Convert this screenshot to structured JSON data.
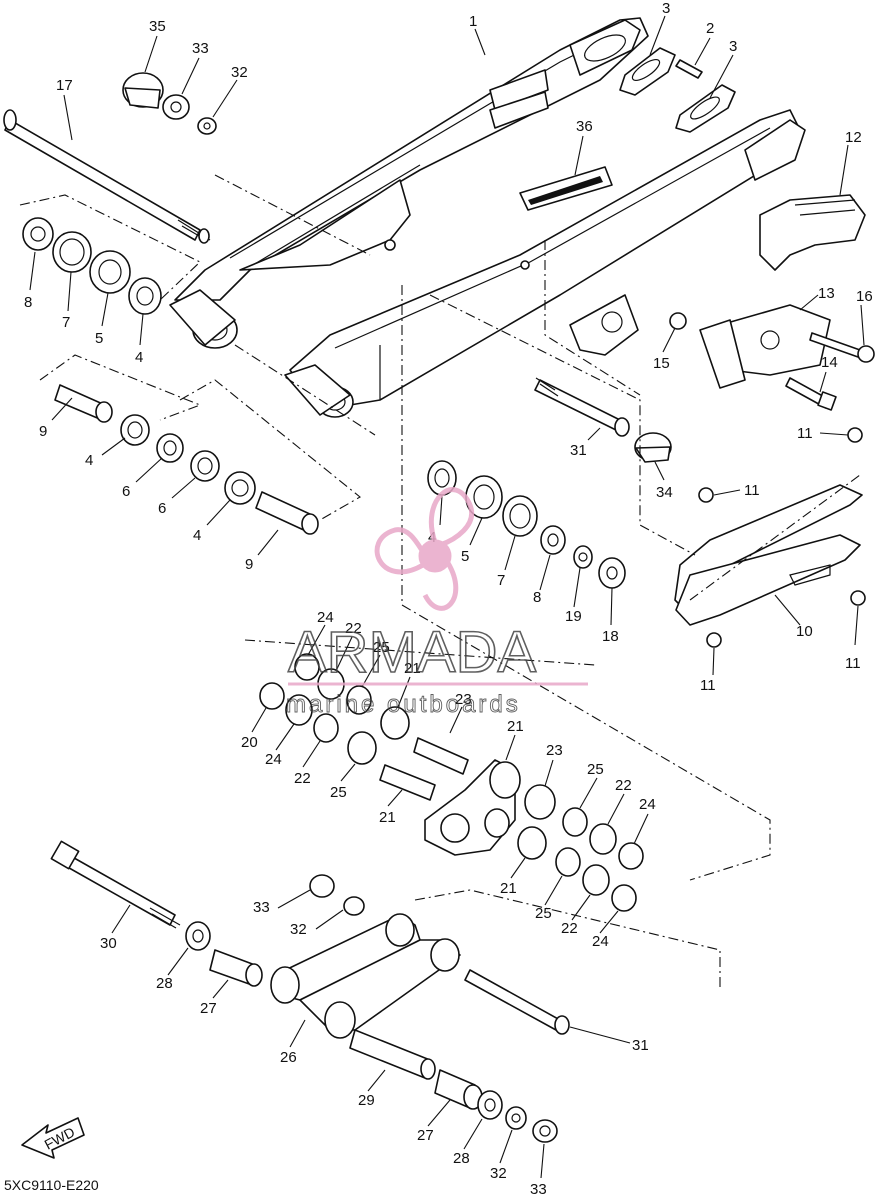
{
  "diagram_code": "5XC9110-E220",
  "fwd_label": "FWD",
  "watermark": {
    "brand": "ARMADA",
    "tagline": "marine outboards",
    "color": "#e8a8c8"
  },
  "callouts": [
    "35",
    "33",
    "32",
    "17",
    "1",
    "3",
    "2",
    "3",
    "36",
    "12",
    "13",
    "16",
    "15",
    "14",
    "8",
    "7",
    "5",
    "4",
    "9",
    "4",
    "6",
    "6",
    "4",
    "9",
    "31",
    "34",
    "11",
    "11",
    "4",
    "5",
    "7",
    "8",
    "19",
    "18",
    "10",
    "11",
    "11",
    "24",
    "22",
    "25",
    "21",
    "23",
    "20",
    "24",
    "22",
    "25",
    "21",
    "23",
    "21",
    "25",
    "22",
    "24",
    "21",
    "25",
    "22",
    "24",
    "33",
    "32",
    "30",
    "28",
    "27",
    "26",
    "31",
    "29",
    "27",
    "28",
    "32",
    "33"
  ]
}
